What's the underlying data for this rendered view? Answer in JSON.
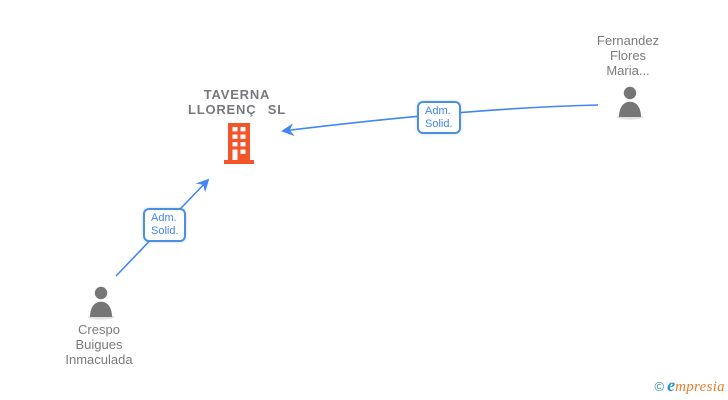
{
  "canvas": {
    "background": "#ffffff"
  },
  "company": {
    "name_lines": [
      "TAVERNA",
      "LLORENÇ SL"
    ],
    "icon": "building-icon",
    "icon_color": "#f4542a",
    "text_color": "#77787b"
  },
  "persons": [
    {
      "name_lines": [
        "Fernandez",
        "Flores",
        "Maria..."
      ],
      "icon": "person-icon"
    },
    {
      "name_lines": [
        "Crespo",
        "Buigues",
        "Inmaculada"
      ],
      "icon": "person-icon"
    }
  ],
  "edges": [
    {
      "from": "Fernandez Flores Maria...",
      "to": "TAVERNA LLORENÇ SL",
      "label_lines": [
        "Adm.",
        "Solid."
      ]
    },
    {
      "from": "Crespo Buigues Inmaculada",
      "to": "TAVERNA LLORENÇ SL",
      "label_lines": [
        "Adm.",
        "Solid."
      ]
    }
  ],
  "colors": {
    "edge_blue": "#4285f4",
    "label_border_blue": "#4a90e2",
    "company_orange": "#f4542a",
    "person_gray": "#767676",
    "text_gray": "#7b7b7b"
  },
  "watermark": {
    "copyright_symbol": "©",
    "brand_initial": "e",
    "brand_rest": "mpresia"
  }
}
